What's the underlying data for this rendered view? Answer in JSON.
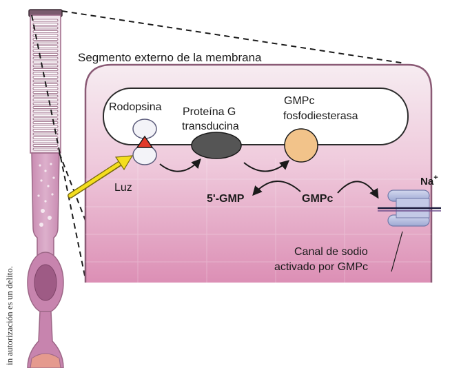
{
  "diagram": {
    "section_title": "Segmento externo de la membrana",
    "labels": {
      "rhodopsin": "Rodopsina",
      "g_protein_line1": "Proteína G",
      "g_protein_line2": "transducina",
      "pde_line1": "GMPc",
      "pde_line2": "fosfodiesterasa",
      "light": "Luz",
      "five_gmp": "5'-GMP",
      "cgmp": "GMPc",
      "sodium": "Na",
      "sodium_charge": "+",
      "channel_line1": "Canal de sodio",
      "channel_line2": "activado por GMPc"
    },
    "side_notice": "in autorización es un delito."
  },
  "colors": {
    "cell_fill_top": "#f6ecf1",
    "cell_fill_bottom": "#dc8fb5",
    "disc_fill": "#ffffff",
    "g_protein": "#555555",
    "pde": "#f2c38a",
    "rhodopsin_triangle": "#e23a2a",
    "light_arrow": "#f4de1e",
    "channel": "#b6bee0",
    "rod_cell": "#cf93b8",
    "rod_outline": "#9c6686"
  }
}
